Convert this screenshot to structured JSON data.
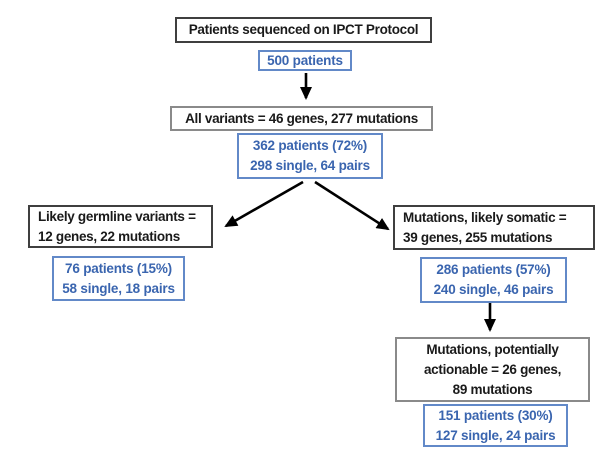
{
  "colors": {
    "blue_text": "#3a65af",
    "blue_border": "#6289c8",
    "dark_border": "#3f3f3f",
    "gray_border": "#8a8a8a",
    "arrow": "#000000",
    "background": "#ffffff",
    "label_text": "#1a1a1a"
  },
  "flowchart": {
    "protocol": {
      "label_lines": [
        "Patients sequenced on IPCT Protocol"
      ],
      "stat_lines": [
        "500 patients"
      ]
    },
    "all_variants": {
      "label_lines": [
        "All variants = 46 genes, 277 mutations"
      ],
      "stat_lines": [
        "362 patients (72%)",
        "298 single, 64 pairs"
      ]
    },
    "germline": {
      "label_lines": [
        "Likely germline variants =",
        "12 genes, 22 mutations"
      ],
      "stat_lines": [
        "76 patients (15%)",
        "58 single, 18 pairs"
      ]
    },
    "somatic": {
      "label_lines": [
        "Mutations, likely somatic =",
        "39 genes, 255 mutations"
      ],
      "stat_lines": [
        "286 patients (57%)",
        "240 single, 46 pairs"
      ]
    },
    "actionable": {
      "label_lines": [
        "Mutations, potentially",
        "actionable = 26 genes,",
        "89 mutations"
      ],
      "stat_lines": [
        "151 patients (30%)",
        "127 single, 24 pairs"
      ]
    },
    "edges": [
      {
        "from": "protocol",
        "to": "all_variants"
      },
      {
        "from": "all_variants",
        "to": "germline"
      },
      {
        "from": "all_variants",
        "to": "somatic"
      },
      {
        "from": "somatic",
        "to": "actionable"
      }
    ]
  }
}
